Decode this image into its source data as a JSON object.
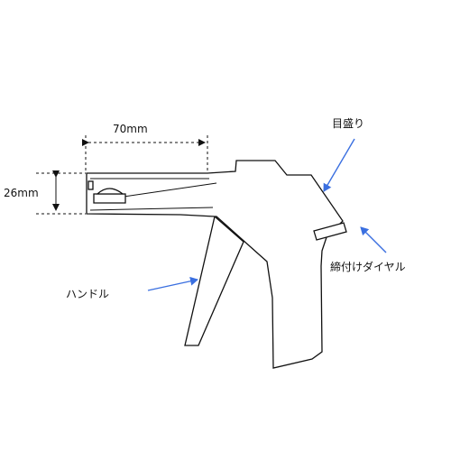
{
  "dimensions": {
    "length": "70mm",
    "height": "26mm"
  },
  "labels": {
    "scale": "目盛り",
    "dial": "締付けダイヤル",
    "handle": "ハンドル"
  },
  "colors": {
    "outline": "#111111",
    "callout_arrow": "#3a6fe0",
    "background": "#ffffff"
  }
}
